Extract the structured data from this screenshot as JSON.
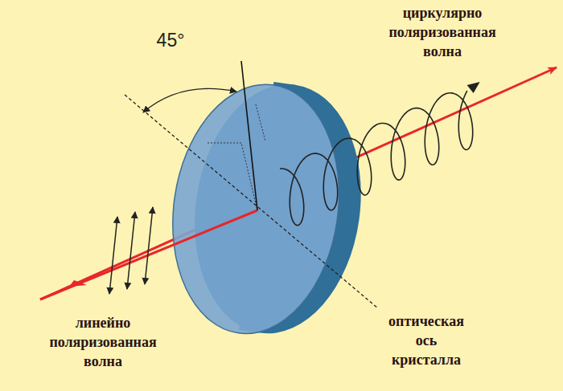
{
  "diagram": {
    "labels": [
      "45°",
      "циркулярно поляризованная волна",
      "линейно поляризованная волна",
      "оптическая ось кристалла"
    ]
  }
}
